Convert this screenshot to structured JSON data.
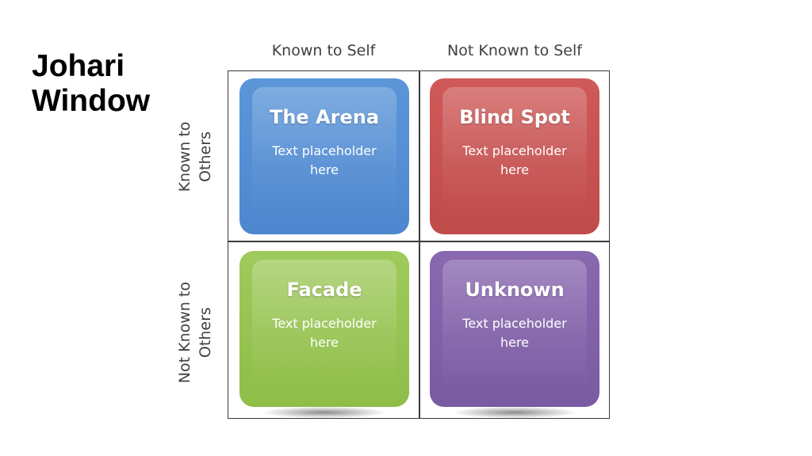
{
  "title": {
    "line1": "Johari",
    "line2": "Window"
  },
  "columns": [
    {
      "label": "Known to Self"
    },
    {
      "label": "Not Known to Self"
    }
  ],
  "rows": [
    {
      "line1": "Known to",
      "line2": "Others"
    },
    {
      "line1": "Not Known to",
      "line2": "Others"
    }
  ],
  "quadrants": [
    {
      "title": "The Arena",
      "text_line1": "Text placeholder",
      "text_line2": "here",
      "color": "#5b96d9"
    },
    {
      "title": "Blind Spot",
      "text_line1": "Text placeholder",
      "text_line2": "here",
      "color": "#cf5a59"
    },
    {
      "title": "Facade",
      "text_line1": "Text placeholder",
      "text_line2": "here",
      "color": "#9fca5c"
    },
    {
      "title": "Unknown",
      "text_line1": "Text placeholder",
      "text_line2": "here",
      "color": "#8a68b0"
    }
  ]
}
